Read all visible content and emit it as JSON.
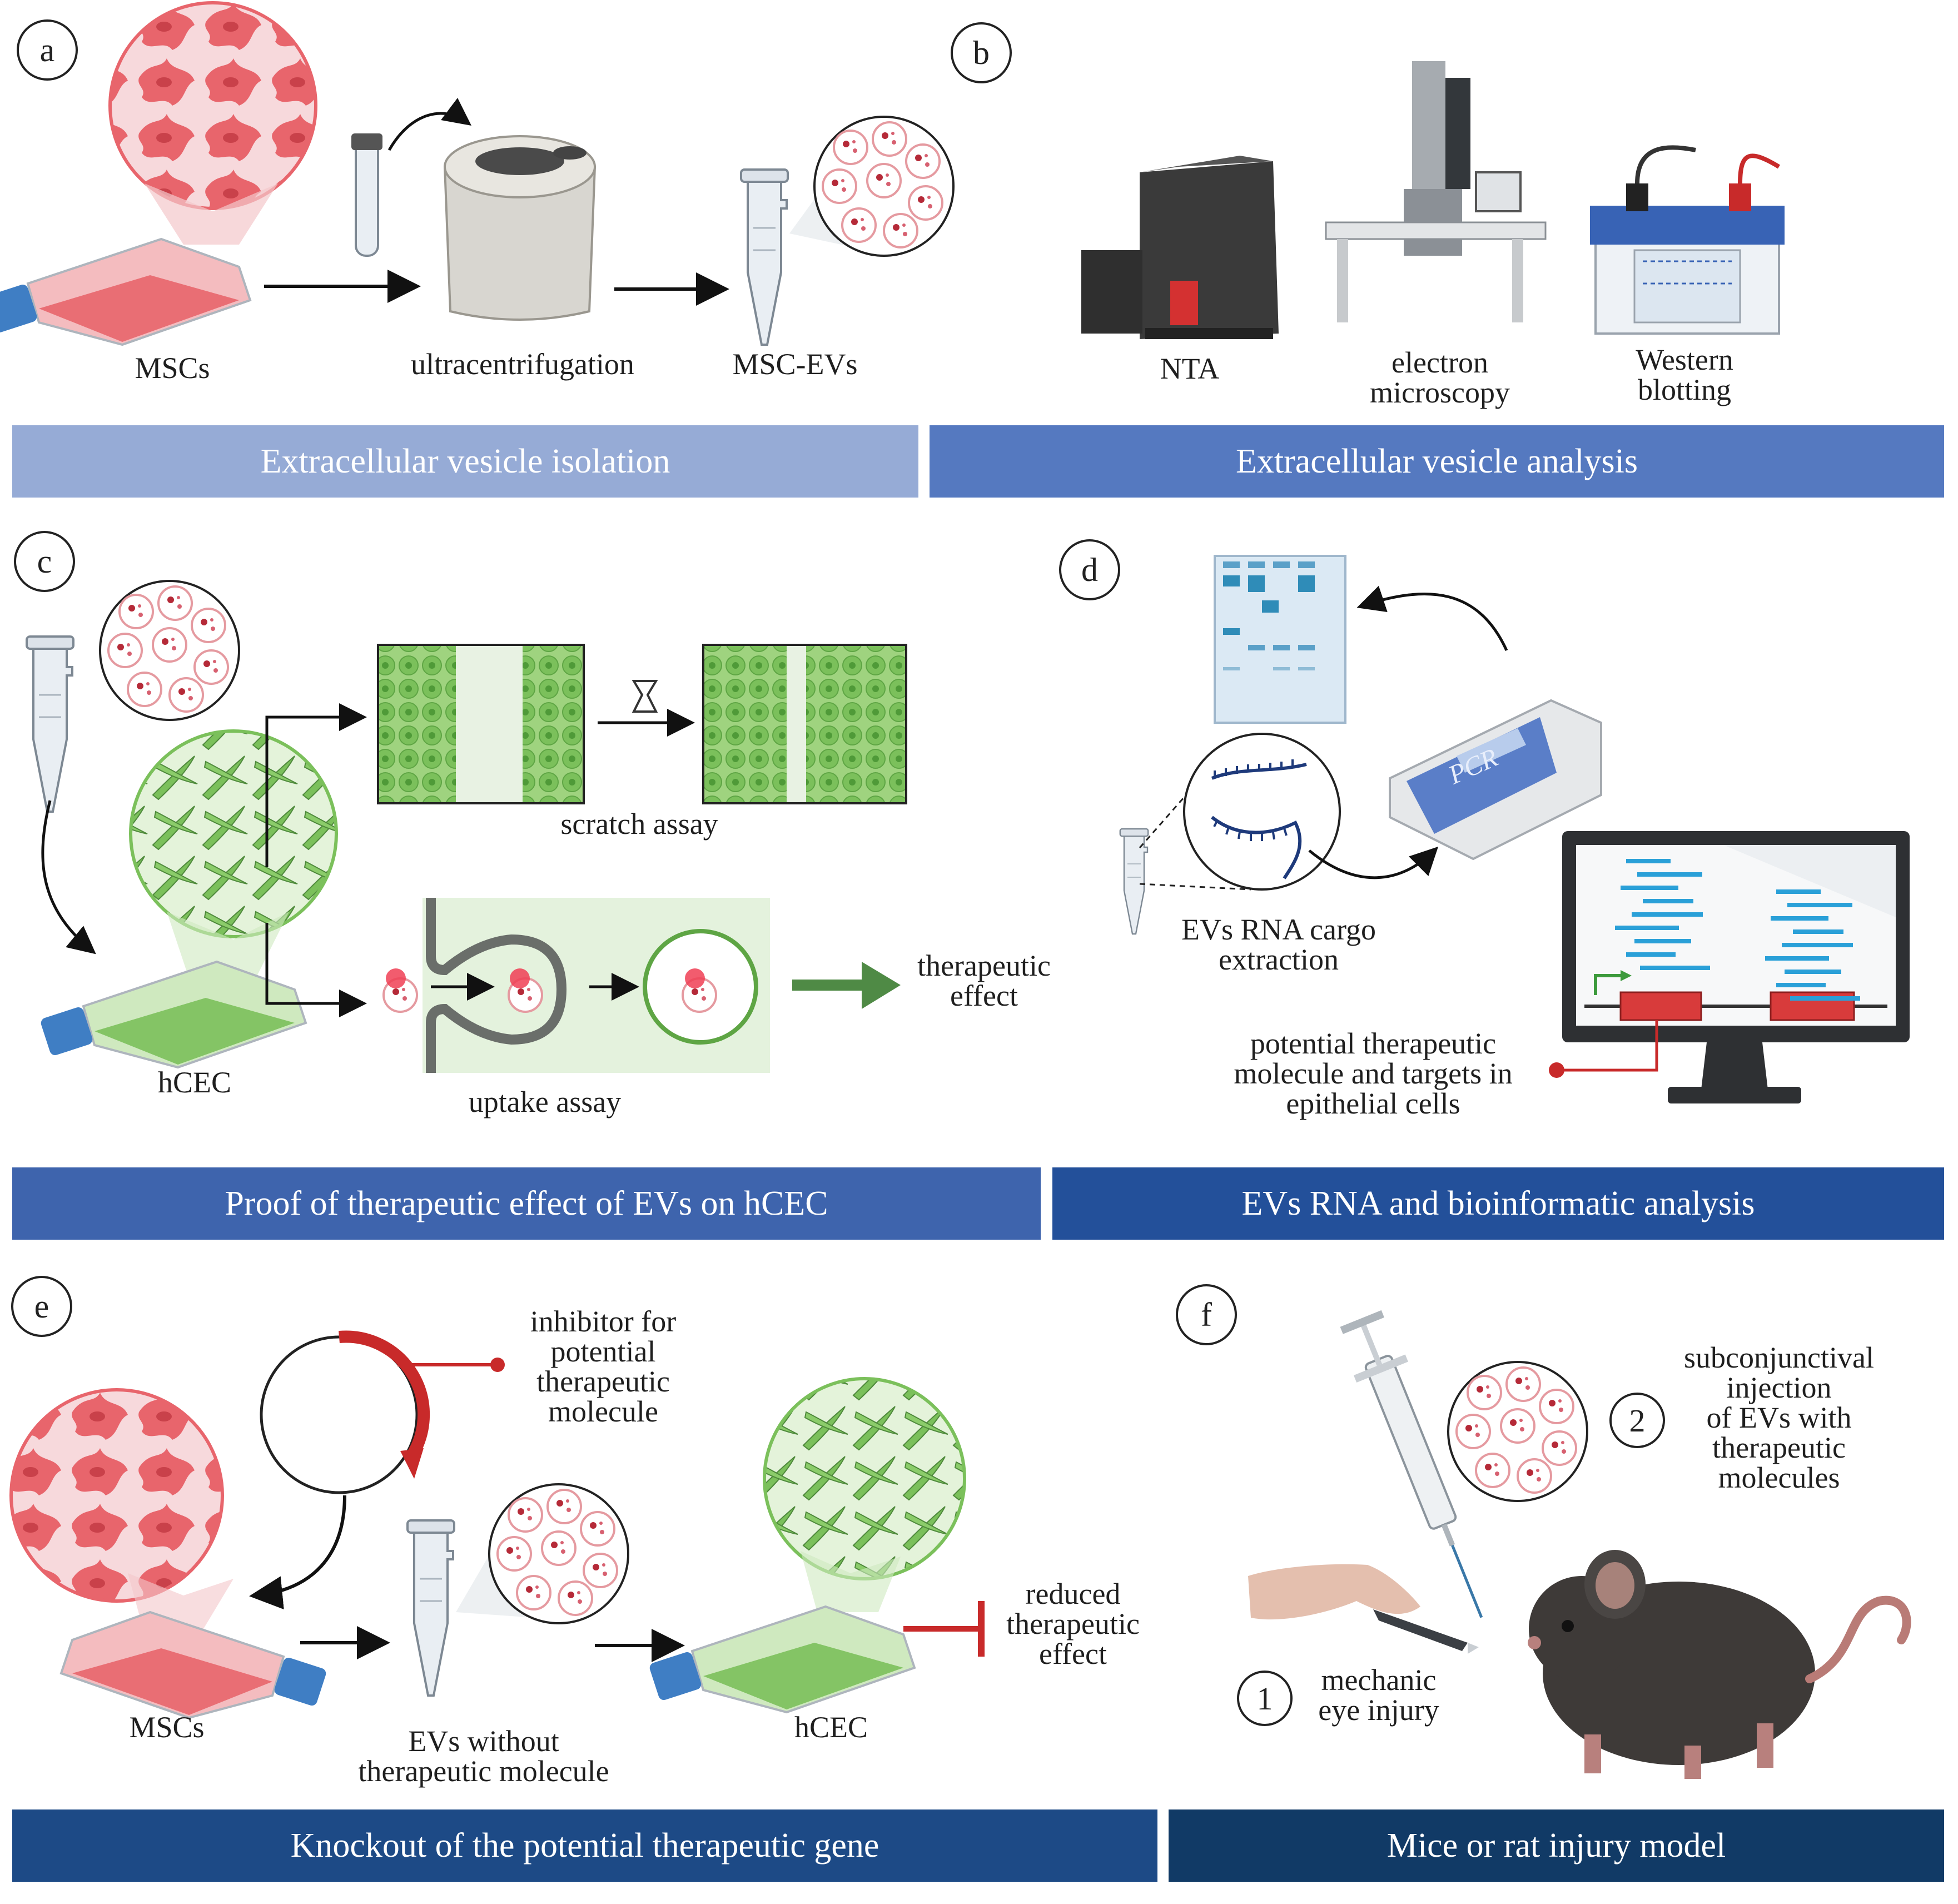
{
  "panels": {
    "a": {
      "letter": "a",
      "labels": {
        "mscs": "MSCs",
        "ultracentrifugation": "ultracentrifugation",
        "msc_evs": "MSC-EVs"
      },
      "bar": "Extracellular vesicle isolation"
    },
    "b": {
      "letter": "b",
      "labels": {
        "nta": "NTA",
        "em_line1": "electron",
        "em_line2": "microscopy",
        "wb_line1": "Western",
        "wb_line2": "blotting"
      },
      "bar": "Extracellular vesicle analysis"
    },
    "c": {
      "letter": "c",
      "labels": {
        "scratch": "scratch assay",
        "uptake": "uptake assay",
        "hcec": "hCEC",
        "effect_line1": "therapeutic",
        "effect_line2": "effect"
      },
      "bar": "Proof of therapeutic effect of EVs on hCEC"
    },
    "d": {
      "letter": "d",
      "labels": {
        "cargo_line1": "EVs RNA cargo",
        "cargo_line2": "extraction",
        "pcr": "PCR",
        "target_line1": "potential therapeutic",
        "target_line2": "molecule and targets in",
        "target_line3": "epithelial cells"
      },
      "bar": "EVs RNA and bioinformatic analysis"
    },
    "e": {
      "letter": "e",
      "labels": {
        "inhib_line1": "inhibitor for",
        "inhib_line2": "potential",
        "inhib_line3": "therapeutic",
        "inhib_line4": "molecule",
        "mscs": "MSCs",
        "evs_line1": "EVs without",
        "evs_line2": "therapeutic molecule",
        "hcec": "hCEC",
        "reduced_line1": "reduced",
        "reduced_line2": "therapeutic",
        "reduced_line3": "effect"
      },
      "bar": "Knockout of the potential therapeutic gene"
    },
    "f": {
      "letter": "f",
      "labels": {
        "inj_line1": "subconjunctival",
        "inj_line2": "injection",
        "inj_line3": "of EVs with",
        "inj_line4": "therapeutic",
        "inj_line5": "molecules",
        "step2": "2",
        "step1": "1",
        "mech_line1": "mechanic",
        "mech_line2": "eye injury"
      },
      "bar": "Mice or rat injury model"
    }
  },
  "colors": {
    "bar_light": "#96abd6",
    "bar_mid": "#5579c0",
    "bar_blue": "#3e64ad",
    "bar_dark": "#23509a",
    "bar_darker": "#1d4a86",
    "bar_navy": "#113a66",
    "cell_red": "#e8656c",
    "cell_green": "#7bc05b",
    "arrow_green": "#4f8a45",
    "inhibit_red": "#c82a2a"
  }
}
